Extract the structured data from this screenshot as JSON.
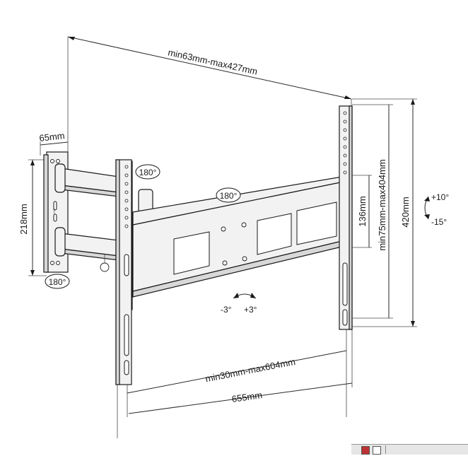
{
  "dimensions": {
    "top_span": "min63mm-max427mm",
    "wall_plate_depth": "65mm",
    "wall_plate_height": "218mm",
    "vesa_small": "136mm",
    "vesa_range": "min75mm-max404mm",
    "bracket_height": "420mm",
    "horizontal_range": "min30mm-max604mm",
    "total_width": "655mm"
  },
  "rotations": {
    "swivel_upper": "180°",
    "swivel_arm": "180°",
    "swivel_lower": "180°",
    "tilt_up": "+10°",
    "tilt_down": "-15°",
    "level_left": "-3°",
    "level_right": "+3°"
  },
  "colors": {
    "line": "#1a1a1a",
    "metal": "#f2f2f2",
    "shade": "#d8d8d8"
  },
  "icons": [
    "rotate-arrow-icon",
    "tilt-arrow-icon",
    "level-arrow-icon",
    "window-icon"
  ]
}
